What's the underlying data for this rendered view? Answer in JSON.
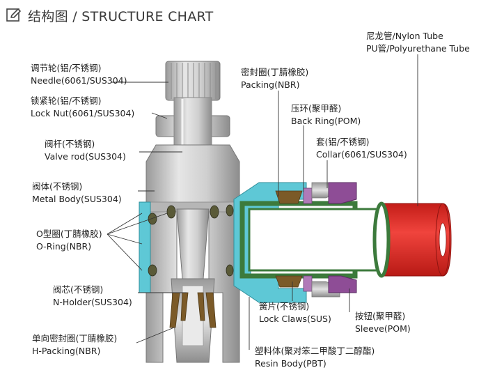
{
  "header": {
    "title_cn": "结构图",
    "separator": "/",
    "title_en": "STRUCTURE CHART"
  },
  "labels": {
    "needle": {
      "cn": "调节轮(铝/不锈钢)",
      "en": "Needle(6061/SUS304)"
    },
    "lock_nut": {
      "cn": "锁紧轮(铝/不锈钢)",
      "en": "Lock Nut(6061/SUS304)"
    },
    "valve_rod": {
      "cn": "阀杆(不锈钢)",
      "en": "Valve rod(SUS304)"
    },
    "metal_body": {
      "cn": "阀体(不锈钢)",
      "en": "Metal Body(SUS304)"
    },
    "o_ring": {
      "cn": "O型圈(丁腈橡胶)",
      "en": "O-Ring(NBR)"
    },
    "n_holder": {
      "cn": "阀芯(不锈钢)",
      "en": "N-Holder(SUS304)"
    },
    "h_packing": {
      "cn": "单向密封圈(丁腈橡胶)",
      "en": "H-Packing(NBR)"
    },
    "packing": {
      "cn": "密封圈(丁腈橡胶)",
      "en": "Packing(NBR)"
    },
    "back_ring": {
      "cn": "压环(聚甲醛)",
      "en": "Back Ring(POM)"
    },
    "collar": {
      "cn": "套(铝/不锈钢)",
      "en": "Collar(6061/SUS304)"
    },
    "nylon_tube": {
      "cn": "尼龙管/Nylon Tube",
      "en": "PU管/Polyurethane Tube"
    },
    "lock_claws": {
      "cn": "簧片(不锈钢)",
      "en": "Lock Claws(SUS)"
    },
    "sleeve": {
      "cn": "按钮(聚甲醛)",
      "en": "Sleeve(POM)"
    },
    "resin_body": {
      "cn": "塑料体(聚对笨二甲酸丁二醇酯)",
      "en": "Resin Body(PBT)"
    }
  },
  "colors": {
    "metal": "#c9c9c9",
    "metal_dark": "#8a8a8a",
    "resin": "#5ec8d6",
    "packing": "#3c7a3c",
    "sleeve": "#8e4d96",
    "tube": "#e8302a",
    "brass": "#7b5a28"
  }
}
